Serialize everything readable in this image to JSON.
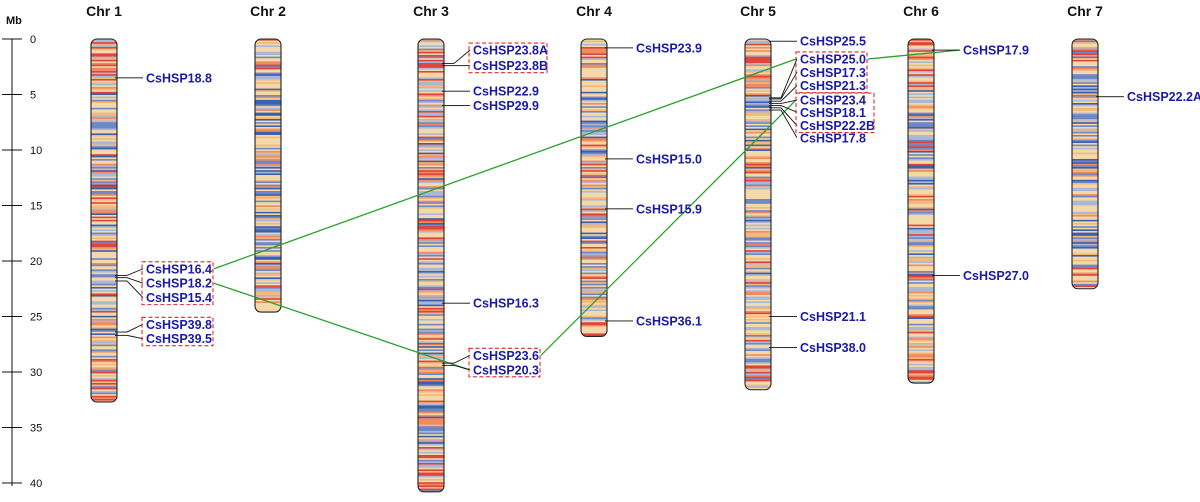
{
  "chart_data": {
    "type": "chromosome-map",
    "y_unit": "Mb",
    "y_ticks": [
      0,
      5,
      10,
      15,
      20,
      25,
      30,
      35,
      40
    ],
    "ylim": [
      0,
      40
    ],
    "colors": {
      "gene_label": "#1a1aa6",
      "synteny_line": "#2ca02c",
      "cluster_box": "#e0282a",
      "band_high": "#e0443a",
      "band_mid": "#f3d9a8",
      "band_low": "#3d5fb0"
    },
    "chromosomes": [
      {
        "name": "Chr 1",
        "length": 32.7,
        "genes": [
          {
            "id": "CsHSP18.8",
            "pos": 3.5,
            "label_pos": 3.5
          },
          {
            "id": "CsHSP16.4",
            "pos": 21.3,
            "label_pos": 20.7
          },
          {
            "id": "CsHSP18.2",
            "pos": 21.5,
            "label_pos": 22.0
          },
          {
            "id": "CsHSP15.4",
            "pos": 21.8,
            "label_pos": 23.3
          },
          {
            "id": "CsHSP39.8",
            "pos": 26.4,
            "label_pos": 25.7
          },
          {
            "id": "CsHSP39.5",
            "pos": 26.7,
            "label_pos": 27.0
          }
        ]
      },
      {
        "name": "Chr 2",
        "length": 24.6,
        "genes": []
      },
      {
        "name": "Chr 3",
        "length": 40.8,
        "genes": [
          {
            "id": "CsHSP23.8A",
            "pos": 2.2,
            "label_pos": 1.0
          },
          {
            "id": "CsHSP23.8B",
            "pos": 2.4,
            "label_pos": 2.4
          },
          {
            "id": "CsHSP22.9",
            "pos": 4.7,
            "label_pos": 4.7
          },
          {
            "id": "CsHSP29.9",
            "pos": 6.0,
            "label_pos": 6.0
          },
          {
            "id": "CsHSP16.3",
            "pos": 23.8,
            "label_pos": 23.8
          },
          {
            "id": "CsHSP23.6",
            "pos": 29.2,
            "label_pos": 28.5
          },
          {
            "id": "CsHSP20.3",
            "pos": 29.4,
            "label_pos": 29.8
          }
        ]
      },
      {
        "name": "Chr 4",
        "length": 26.8,
        "genes": [
          {
            "id": "CsHSP23.9",
            "pos": 0.8,
            "label_pos": 0.8
          },
          {
            "id": "CsHSP15.0",
            "pos": 10.8,
            "label_pos": 10.8
          },
          {
            "id": "CsHSP15.9",
            "pos": 15.3,
            "label_pos": 15.3
          },
          {
            "id": "CsHSP36.1",
            "pos": 25.4,
            "label_pos": 25.4
          }
        ]
      },
      {
        "name": "Chr 5",
        "length": 31.6,
        "genes": [
          {
            "id": "CsHSP25.5",
            "pos": 0.2,
            "label_pos": 0.2
          },
          {
            "id": "CsHSP25.0",
            "pos": 5.3,
            "label_pos": 1.8
          },
          {
            "id": "CsHSP17.3",
            "pos": 5.4,
            "label_pos": 3.0
          },
          {
            "id": "CsHSP21.3",
            "pos": 5.6,
            "label_pos": 4.2
          },
          {
            "id": "CsHSP23.4",
            "pos": 5.8,
            "label_pos": 5.5
          },
          {
            "id": "CsHSP18.1",
            "pos": 6.0,
            "label_pos": 6.6
          },
          {
            "id": "CsHSP22.2B",
            "pos": 6.2,
            "label_pos": 7.8
          },
          {
            "id": "CsHSP17.8",
            "pos": 6.4,
            "label_pos": 8.9
          },
          {
            "id": "CsHSP21.1",
            "pos": 25.0,
            "label_pos": 25.0
          },
          {
            "id": "CsHSP38.0",
            "pos": 27.8,
            "label_pos": 27.8
          }
        ]
      },
      {
        "name": "Chr 6",
        "length": 31.0,
        "genes": [
          {
            "id": "CsHSP17.9",
            "pos": 1.0,
            "label_pos": 1.0
          },
          {
            "id": "CsHSP27.0",
            "pos": 21.3,
            "label_pos": 21.3
          }
        ]
      },
      {
        "name": "Chr 7",
        "length": 22.5,
        "genes": [
          {
            "id": "CsHSP22.2A",
            "pos": 5.2,
            "label_pos": 5.2
          }
        ]
      }
    ],
    "tandem_clusters": [
      {
        "chromosome": "Chr 1",
        "genes": [
          "CsHSP16.4",
          "CsHSP18.2",
          "CsHSP15.4"
        ]
      },
      {
        "chromosome": "Chr 1",
        "genes": [
          "CsHSP39.8",
          "CsHSP39.5"
        ]
      },
      {
        "chromosome": "Chr 3",
        "genes": [
          "CsHSP23.8A",
          "CsHSP23.8B"
        ]
      },
      {
        "chromosome": "Chr 3",
        "genes": [
          "CsHSP23.6",
          "CsHSP20.3"
        ]
      },
      {
        "chromosome": "Chr 5",
        "genes": [
          "CsHSP25.0",
          "CsHSP17.3",
          "CsHSP21.3"
        ]
      },
      {
        "chromosome": "Chr 5",
        "genes": [
          "CsHSP23.4",
          "CsHSP18.1",
          "CsHSP22.2B"
        ]
      }
    ],
    "segmental_links": [
      {
        "from": {
          "chromosome": "Chr 1",
          "pos": 20.7
        },
        "to": {
          "chromosome": "Chr 5",
          "pos": 1.8
        }
      },
      {
        "from": {
          "chromosome": "Chr 1",
          "pos": 22.0
        },
        "to": {
          "chromosome": "Chr 3",
          "pos": 29.8
        }
      },
      {
        "from": {
          "chromosome": "Chr 3",
          "pos": 28.5
        },
        "to": {
          "chromosome": "Chr 5",
          "pos": 5.5
        }
      },
      {
        "from": {
          "chromosome": "Chr 5",
          "pos": 1.8
        },
        "to": {
          "chromosome": "Chr 6",
          "pos": 1.0
        }
      }
    ]
  }
}
